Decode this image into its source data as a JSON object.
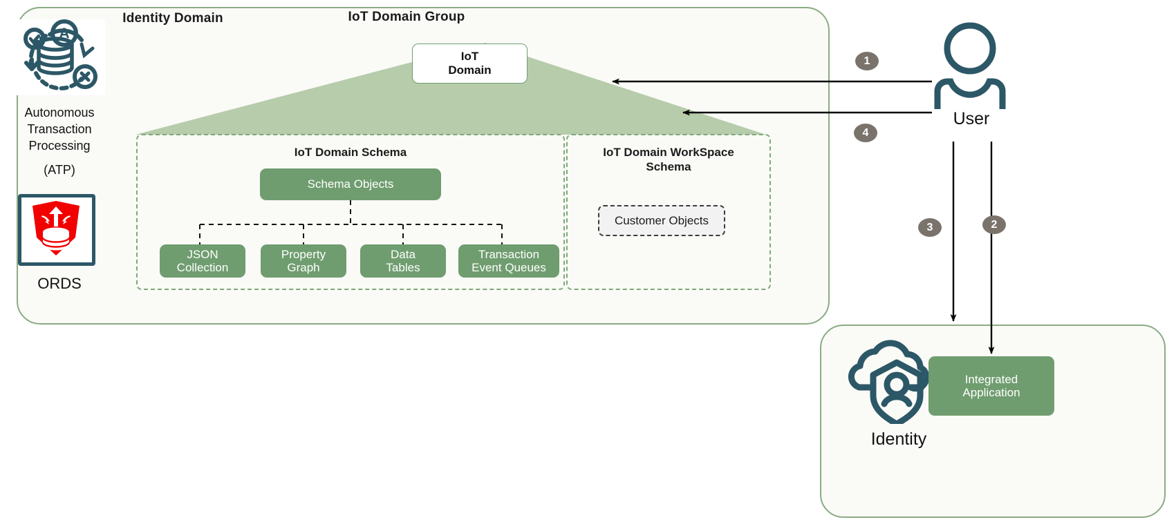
{
  "colors": {
    "panel_bg": "#fafaf7",
    "green_border": "#8aab84",
    "green_node": "#6f9d6f",
    "triangle_fill": "#b6ccab",
    "teal_icon": "#2c5767",
    "ords_red": "#f20000",
    "badge_gray": "#7a736c",
    "dashed_panel": "#7fa878",
    "arrow_black": "#000000"
  },
  "iot_group": {
    "title": "IoT Domain Group",
    "domain_box": {
      "line1": "IoT",
      "line2": "Domain"
    },
    "left_column": {
      "atp_icon": "autonomous-transaction-processing-icon",
      "atp_label_line1": "Autonomous",
      "atp_label_line2": "Transaction",
      "atp_label_line3": "Processing",
      "atp_label_line4": "(ATP)",
      "ords_icon": "ords-shield-database-icon",
      "ords_label": "ORDS"
    },
    "domain_schema": {
      "title": "IoT Domain Schema",
      "root_node": "Schema Objects",
      "children": [
        {
          "line1": "JSON",
          "line2": "Collection"
        },
        {
          "line1": "Property",
          "line2": "Graph"
        },
        {
          "line1": "Data",
          "line2": "Tables"
        },
        {
          "line1": "Transaction",
          "line2": "Event Queues"
        }
      ]
    },
    "workspace_schema": {
      "title_line1": "IoT Domain WorkSpace",
      "title_line2": "Schema",
      "node": "Customer Objects"
    }
  },
  "actor": {
    "icon": "user-person-icon",
    "label": "User"
  },
  "identity_domain": {
    "title": "Identity Domain",
    "identity_icon": "identity-cloud-shield-person-icon",
    "identity_label": "Identity",
    "app_node": {
      "line1": "Integrated",
      "line2": "Application"
    }
  },
  "flow_badges": [
    {
      "number": "1",
      "from": "User",
      "to": "IoT Domain Group"
    },
    {
      "number": "2",
      "from": "User",
      "to": "Integrated Application"
    },
    {
      "number": "3",
      "from": "User",
      "to": "Identity Domain"
    },
    {
      "number": "4",
      "from": "User",
      "to": "IoT Domain Group"
    }
  ]
}
